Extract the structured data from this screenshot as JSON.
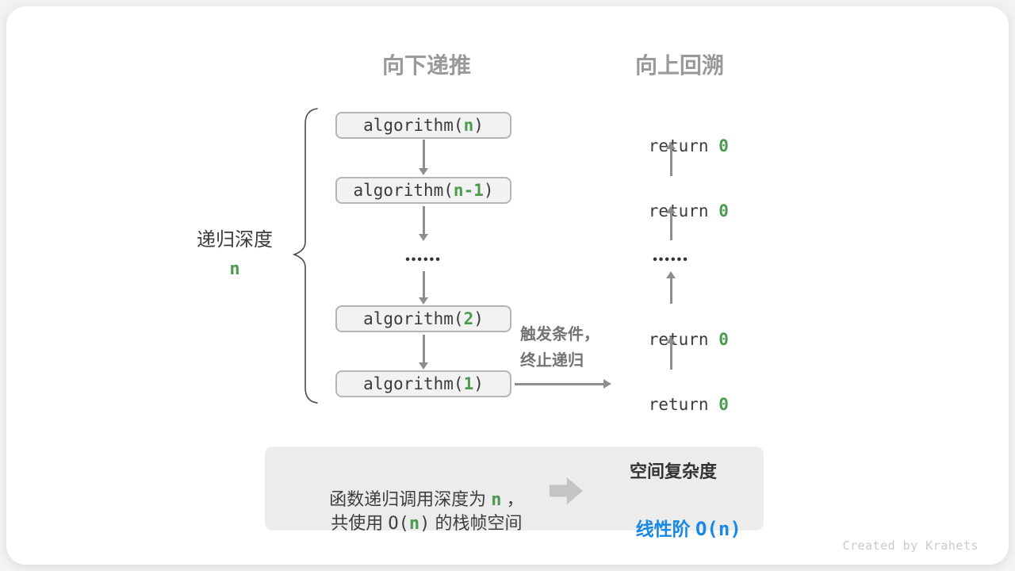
{
  "colors": {
    "green": "#4c9a4f",
    "blue": "#1788e4",
    "dark": "#3b3b3b",
    "gray_header": "#999999",
    "gray_note": "#737373",
    "arrow": "#8e8e8e",
    "box_fill": "#f2f2f2",
    "box_border": "#b5b5b5",
    "panel_bg": "#ececec",
    "block_arrow": "#c4c4c4",
    "credit": "#c9c9c9"
  },
  "headers": {
    "down": "向下递推",
    "up": "向上回溯"
  },
  "depth": {
    "label": "递归深度",
    "value": "n"
  },
  "stack": {
    "ellipsis": "••••••",
    "boxes": [
      {
        "prefix": "algorithm(",
        "arg": "n",
        "suffix": ")"
      },
      {
        "prefix": "algorithm(",
        "arg": "n-1",
        "suffix": ")"
      },
      {
        "prefix": "algorithm(",
        "arg": "2",
        "suffix": ")"
      },
      {
        "prefix": "algorithm(",
        "arg": "1",
        "suffix": ")"
      }
    ]
  },
  "returns": {
    "ellipsis": "••••••",
    "items": [
      {
        "prefix": "return ",
        "value": "0"
      },
      {
        "prefix": "return ",
        "value": "0"
      },
      {
        "prefix": "return ",
        "value": "0"
      },
      {
        "prefix": "return ",
        "value": "0"
      }
    ]
  },
  "trigger": {
    "line1": "触发条件，",
    "line2": "终止递归"
  },
  "summary": {
    "line1_prefix": "函数递归调用深度为 ",
    "line1_var": "n",
    "line1_suffix": " ，",
    "line2_prefix": "共使用 ",
    "line2_o": "O(",
    "line2_var": "n",
    "line2_close": ")",
    "line2_suffix": " 的栈帧空间",
    "result_title": "空间复杂度",
    "result_label": "线性阶 ",
    "result_expr": "O(n)"
  },
  "credit": "Created by Krahets"
}
